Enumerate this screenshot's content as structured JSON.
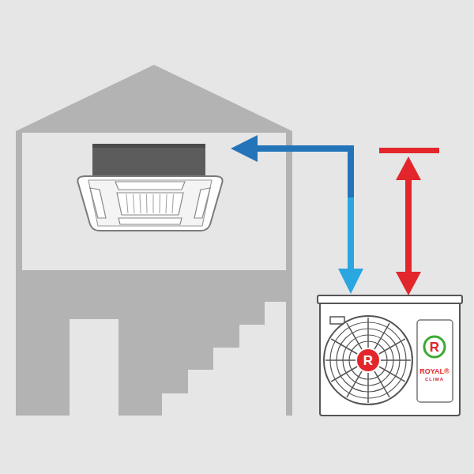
{
  "diagram": {
    "labels": [
      "R",
      "R",
      "ROYAL®",
      "CLIMA"
    ]
  }
}
